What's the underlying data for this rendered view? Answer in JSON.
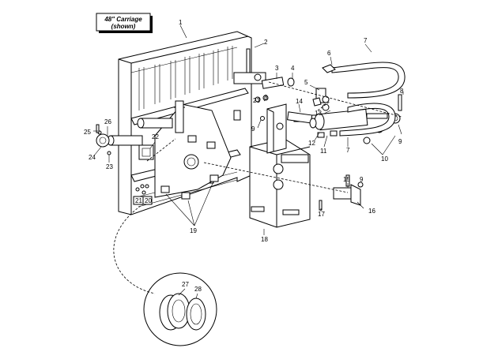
{
  "title_box": {
    "line1": "48\" Carriage",
    "line2": "(shown)"
  },
  "callouts": [
    {
      "id": "c1",
      "text": "1"
    },
    {
      "id": "c2",
      "text": "2"
    },
    {
      "id": "c3",
      "text": "3"
    },
    {
      "id": "c4",
      "text": "4"
    },
    {
      "id": "c5",
      "text": "5"
    },
    {
      "id": "c6",
      "text": "6"
    },
    {
      "id": "c7a",
      "text": "7"
    },
    {
      "id": "c7b",
      "text": "7"
    },
    {
      "id": "c8a",
      "text": "8"
    },
    {
      "id": "c8b",
      "text": "8"
    },
    {
      "id": "c9a",
      "text": "9"
    },
    {
      "id": "c9b",
      "text": "9"
    },
    {
      "id": "c9c",
      "text": "9"
    },
    {
      "id": "c10",
      "text": "10"
    },
    {
      "id": "c11",
      "text": "11"
    },
    {
      "id": "c12",
      "text": "12"
    },
    {
      "id": "c13",
      "text": "13"
    },
    {
      "id": "c14",
      "text": "14"
    },
    {
      "id": "c15",
      "text": "15"
    },
    {
      "id": "c16",
      "text": "16"
    },
    {
      "id": "c17",
      "text": "17"
    },
    {
      "id": "c18",
      "text": "18"
    },
    {
      "id": "c19",
      "text": "19"
    },
    {
      "id": "c20",
      "text": "20"
    },
    {
      "id": "c21",
      "text": "21"
    },
    {
      "id": "c22",
      "text": "22"
    },
    {
      "id": "c23a",
      "text": "23"
    },
    {
      "id": "c23b",
      "text": "23"
    },
    {
      "id": "c24",
      "text": "24"
    },
    {
      "id": "c25",
      "text": "25"
    },
    {
      "id": "c26",
      "text": "26"
    },
    {
      "id": "c27",
      "text": "27"
    },
    {
      "id": "c28",
      "text": "28"
    }
  ]
}
